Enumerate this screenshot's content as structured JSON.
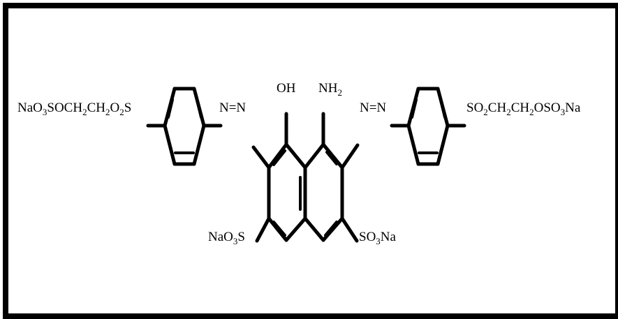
{
  "labels": {
    "left_group": {
      "parts": [
        "NaO",
        "3",
        "SOCH",
        "2",
        "CH",
        "2",
        "O",
        "2",
        "S"
      ]
    },
    "right_group": {
      "parts": [
        "SO",
        "2",
        "CH",
        "2",
        "CH",
        "2",
        "OSO",
        "3",
        "Na"
      ]
    },
    "azo_left": "N=N",
    "azo_right": "N=N",
    "hydroxyl": "OH",
    "amino": {
      "parts": [
        "NH",
        "2"
      ]
    },
    "sulfonate_left": {
      "parts": [
        "NaO",
        "3",
        "S"
      ]
    },
    "sulfonate_right": {
      "parts": [
        "SO",
        "3",
        "Na"
      ]
    }
  }
}
